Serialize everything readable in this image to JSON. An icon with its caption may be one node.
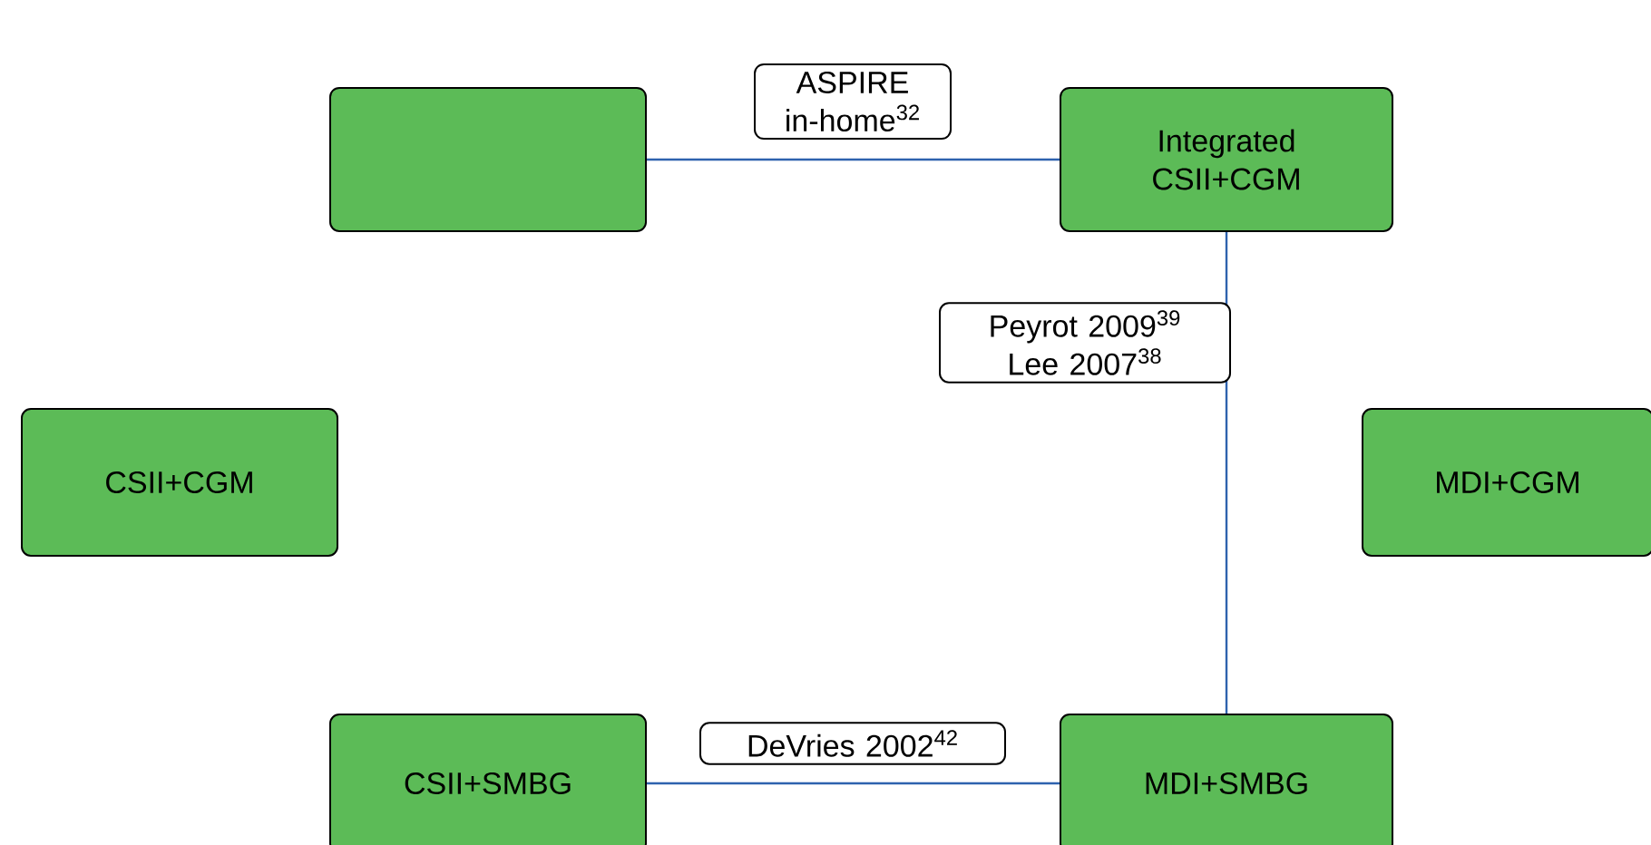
{
  "diagram": {
    "nodes": [
      {
        "text": [],
        "shape": "box"
      },
      {
        "text": [
          "Integrated CSII+CGM"
        ]
      },
      {
        "text": [
          "CSII+CGM"
        ]
      },
      {
        "text": [
          "MDI+CGM"
        ]
      },
      {
        "text": [
          "CSII+SMBG"
        ]
      },
      {
        "text": [
          "MDI+SMBG"
        ]
      }
    ],
    "edges": [
      {
        "from": 0,
        "to": 1,
        "arrow": "none",
        "label": "ASPIRE in-home$^{32}$"
      },
      {
        "from": 1,
        "to": 5,
        "arrow": "none",
        "label": "Peyrot 2009$^{39}$ Lee 2007$^{38}$"
      },
      {
        "from": 4,
        "to": 5,
        "arrow": "none",
        "label": "DeVries 2002$^{42}$"
      }
    ]
  }
}
